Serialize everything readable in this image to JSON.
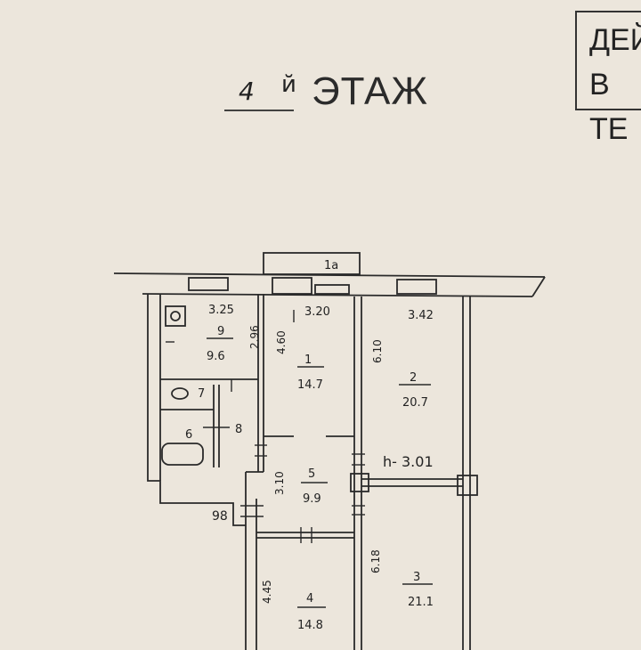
{
  "header": {
    "floor_number": "4",
    "floor_suffix": "й",
    "title": "ЭТАЖ",
    "stamp_line1": "ДЕЙ",
    "stamp_line2": "В ТЕ"
  },
  "plan": {
    "balcony_label": "1а",
    "rooms": [
      {
        "number": "1",
        "area": "14.7"
      },
      {
        "number": "2",
        "area": "20.7"
      },
      {
        "number": "3",
        "area": "21.1"
      },
      {
        "number": "4",
        "area": "14.8"
      },
      {
        "number": "5",
        "area": "9.9"
      },
      {
        "number": "6",
        "area": ""
      },
      {
        "number": "7",
        "area": ""
      },
      {
        "number": "8",
        "area": ""
      },
      {
        "number": "9",
        "area": "9.6"
      }
    ],
    "dimensions": {
      "d_325": "3.25",
      "d_320": "3.20",
      "d_342": "3.42",
      "d_296": "2.96",
      "d_460": "4.60",
      "d_610": "6.10",
      "d_310": "3.10",
      "d_618": "6.18",
      "d_445": "4.45"
    },
    "ceiling_height": "h- 3.01",
    "room_5_side_mark": "98"
  }
}
